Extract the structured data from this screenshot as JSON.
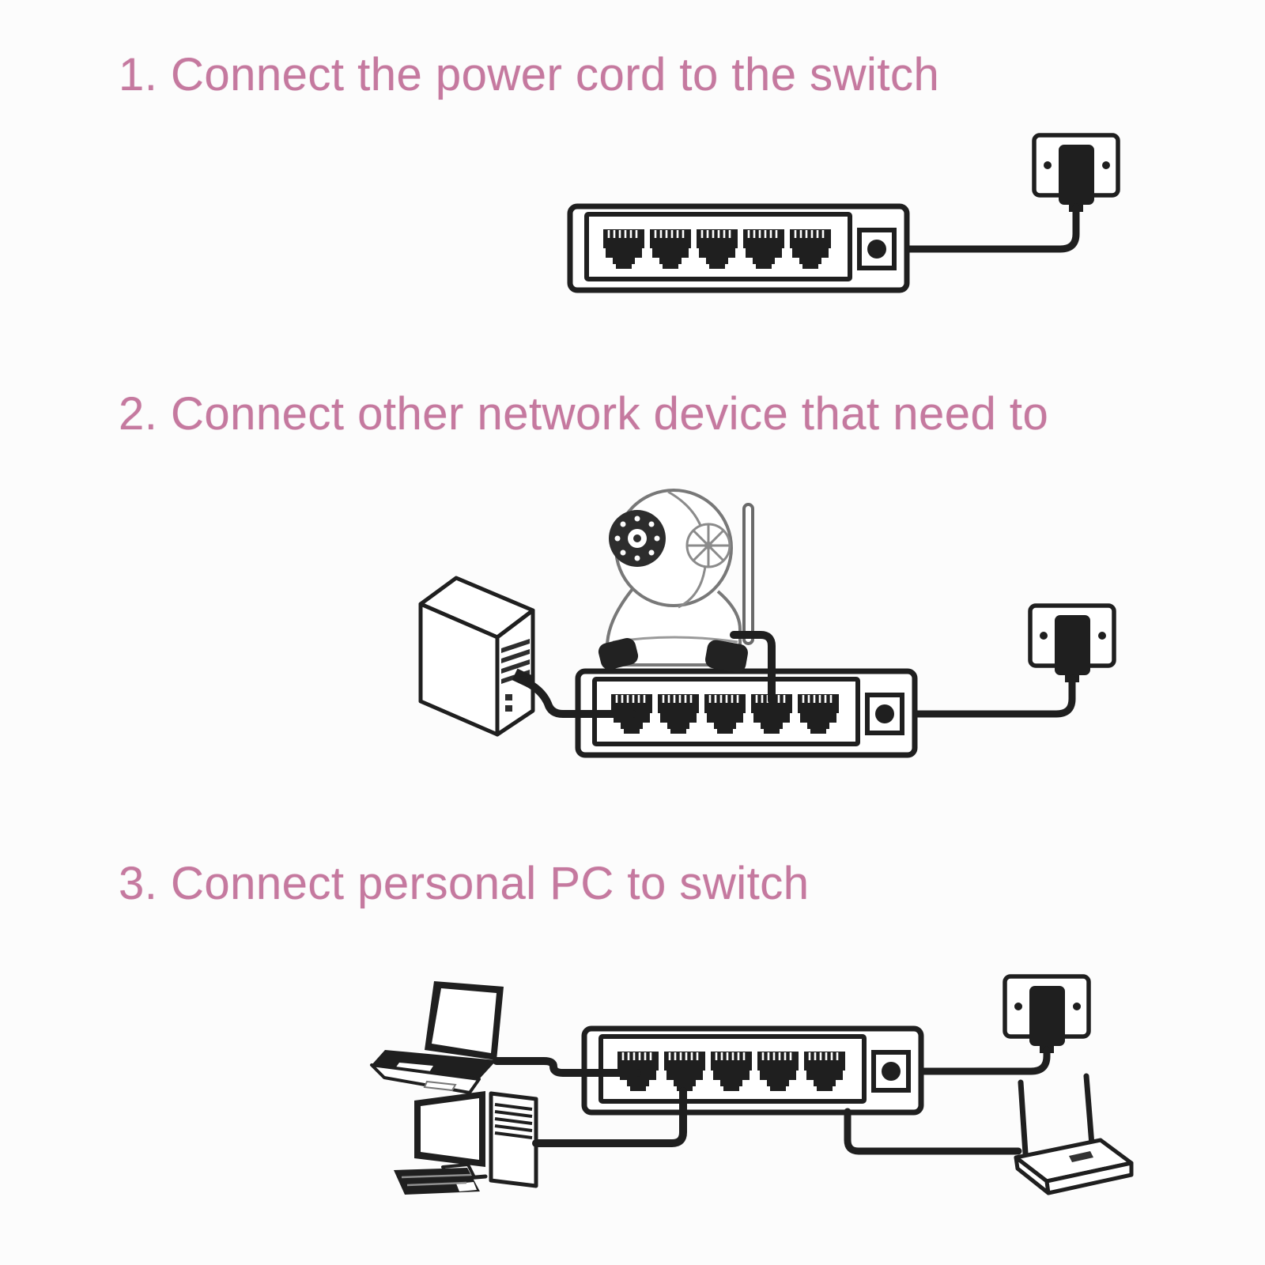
{
  "page": {
    "background_color": "#fcfcfc",
    "line_color": "#1f1f1f",
    "heading_color": "#c5799f",
    "camera_line_color": "#787878"
  },
  "steps": [
    {
      "heading": "1. Connect the power cord to the switch",
      "illustration": {
        "devices": [
          "5-port ethernet switch",
          "power adapter plugged into wall outlet"
        ],
        "connections": [
          "power cord from wall adapter to switch DC power port"
        ]
      }
    },
    {
      "heading": "2. Connect other network device that need to",
      "illustration": {
        "devices": [
          "desktop pc tower",
          "wireless ip camera",
          "5-port ethernet switch",
          "power adapter plugged into wall outlet"
        ],
        "connections": [
          "pc tower ethernet cable to switch port 1",
          "ip camera ethernet cable to switch port 4",
          "power cord from wall adapter to switch DC power port"
        ]
      }
    },
    {
      "heading": "3. Connect personal PC to switch",
      "illustration": {
        "devices": [
          "laptop",
          "desktop computer with monitor, tower and keyboard",
          "5-port ethernet switch",
          "power adapter plugged into wall outlet",
          "wireless router"
        ],
        "connections": [
          "laptop ethernet cable to switch port 1",
          "desktop ethernet cable to switch port 2",
          "switch cable to wireless router",
          "power cord from wall adapter to switch DC power port"
        ]
      }
    }
  ]
}
